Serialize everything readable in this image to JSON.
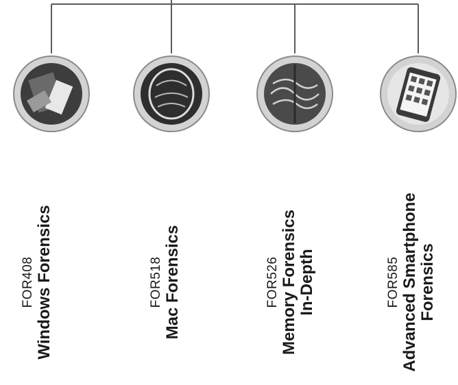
{
  "courses": [
    {
      "code": "FOR408",
      "name_line1": "Windows Forensics",
      "name_line2": "",
      "image": "windows-forensics-image"
    },
    {
      "code": "FOR518",
      "name_line1": "Mac Forensics",
      "name_line2": "",
      "image": "mac-forensics-image"
    },
    {
      "code": "FOR526",
      "name_line1": "Memory Forensics",
      "name_line2": "In-Depth",
      "image": "memory-forensics-image"
    },
    {
      "code": "FOR585",
      "name_line1": "Advanced Smartphone",
      "name_line2": "Forensics",
      "image": "smartphone-forensics-image"
    }
  ],
  "colors": {
    "ring": "#c9c9c9",
    "ring_edge": "#8a8a8a",
    "connector": "#5a5a5a",
    "text": "#1a1a1a"
  }
}
